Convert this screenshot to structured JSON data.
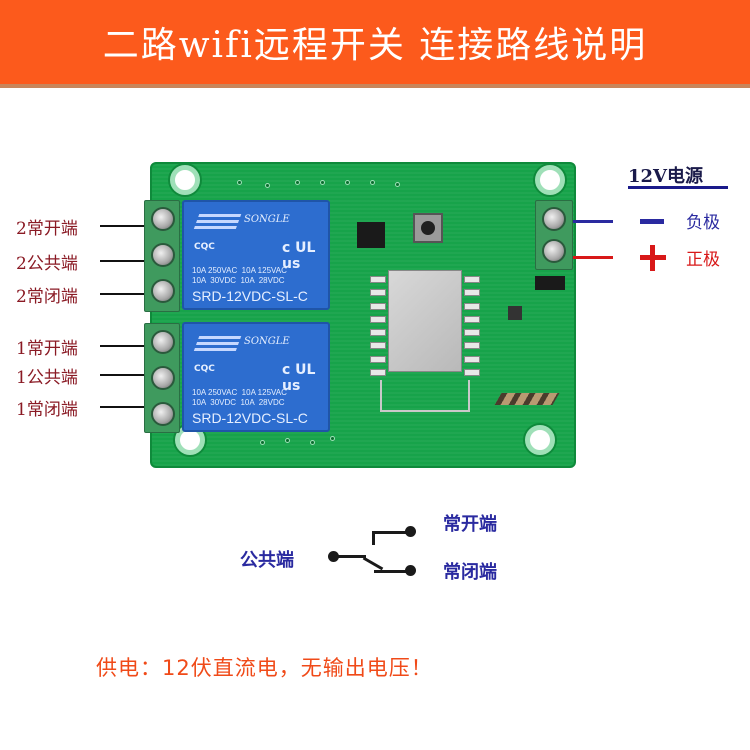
{
  "banner": {
    "title": "二路wifi远程开关  连接路线说明",
    "bg_color": "#fc5a1c"
  },
  "relay_labels": {
    "relay2": [
      "2常开端",
      "2公共端",
      "2常闭端"
    ],
    "relay1": [
      "1常开端",
      "1公共端",
      "1常闭端"
    ]
  },
  "relays": [
    {
      "brand": "SONGLE",
      "cert": "CQC",
      "ul": "c UL us",
      "spec": "10A 250VAC  10A 125VAC\n10A  30VDC  10A  28VDC",
      "model": "SRD-12VDC-SL-C"
    },
    {
      "brand": "SONGLE",
      "cert": "CQC",
      "ul": "c UL us",
      "spec": "10A 250VAC  10A 125VAC\n10A  30VDC  10A  28VDC",
      "model": "SRD-12VDC-SL-C"
    }
  ],
  "power": {
    "title": "12V电源",
    "negative": {
      "sign": "−",
      "label": "负极",
      "color": "#2a2aa0"
    },
    "positive": {
      "sign": "+",
      "label": "正极",
      "color": "#d81818"
    }
  },
  "schematic": {
    "common": "公共端",
    "normally_open": "常开端",
    "normally_closed": "常闭端"
  },
  "footer": {
    "note": "供电：12伏直流电，无输出电压！",
    "color": "#f04a18"
  }
}
